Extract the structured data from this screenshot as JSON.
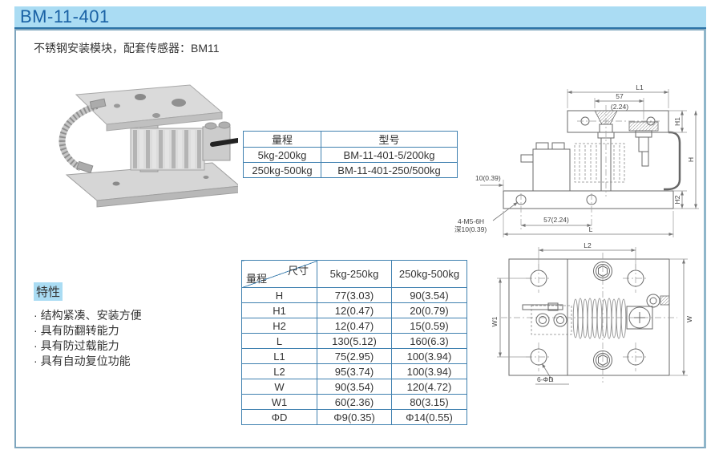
{
  "header": {
    "title": "BM-11-401",
    "subtitle": "不锈钢安装模块，配套传感器：BM11"
  },
  "model_table": {
    "headers": [
      "量程",
      "型号"
    ],
    "rows": [
      {
        "range": "5kg-200kg",
        "model": "BM-11-401-5/200kg"
      },
      {
        "range": "250kg-500kg",
        "model": "BM-11-401-250/500kg"
      }
    ]
  },
  "features": {
    "title": "特性",
    "bullet": "·",
    "items": [
      "结构紧凑、安装方便",
      "具有防翻转能力",
      "具有防过载能力",
      "具有自动复位功能"
    ]
  },
  "dim_table": {
    "corner": {
      "top_right": "尺寸",
      "bottom_left": "量程"
    },
    "columns": [
      "5kg-250kg",
      "250kg-500kg"
    ],
    "rows": [
      {
        "label": "H",
        "small": "77(3.03)",
        "large": "90(3.54)"
      },
      {
        "label": "H1",
        "small": "12(0.47)",
        "large": "20(0.79)"
      },
      {
        "label": "H2",
        "small": "12(0.47)",
        "large": "15(0.59)"
      },
      {
        "label": "L",
        "small": "130(5.12)",
        "large": "160(6.3)"
      },
      {
        "label": "L1",
        "small": "75(2.95)",
        "large": "100(3.94)"
      },
      {
        "label": "L2",
        "small": "95(3.74)",
        "large": "100(3.94)"
      },
      {
        "label": "W",
        "small": "90(3.54)",
        "large": "120(4.72)"
      },
      {
        "label": "W1",
        "small": "60(2.36)",
        "large": "80(3.15)"
      },
      {
        "label": "ΦD",
        "small": "Φ9(0.35)",
        "large": "Φ14(0.55)"
      }
    ]
  },
  "side_view": {
    "labels": {
      "l1": "L1",
      "d57": "57",
      "d57_in": "(2.24)",
      "h1": "H1",
      "h": "H",
      "h2": "H2",
      "edge": "10(0.39)",
      "tap_line1": "4-M5-6H",
      "tap_line2": "深10(0.39)",
      "d57_bottom": "57(2.24)",
      "l": "L"
    }
  },
  "top_view": {
    "labels": {
      "l2": "L2",
      "w1": "W1",
      "w": "W",
      "holes": "6-ΦD"
    }
  },
  "colors": {
    "accent_blue": "#aadcf3",
    "title_blue": "#1a62a5",
    "table_border": "#4081b0"
  }
}
